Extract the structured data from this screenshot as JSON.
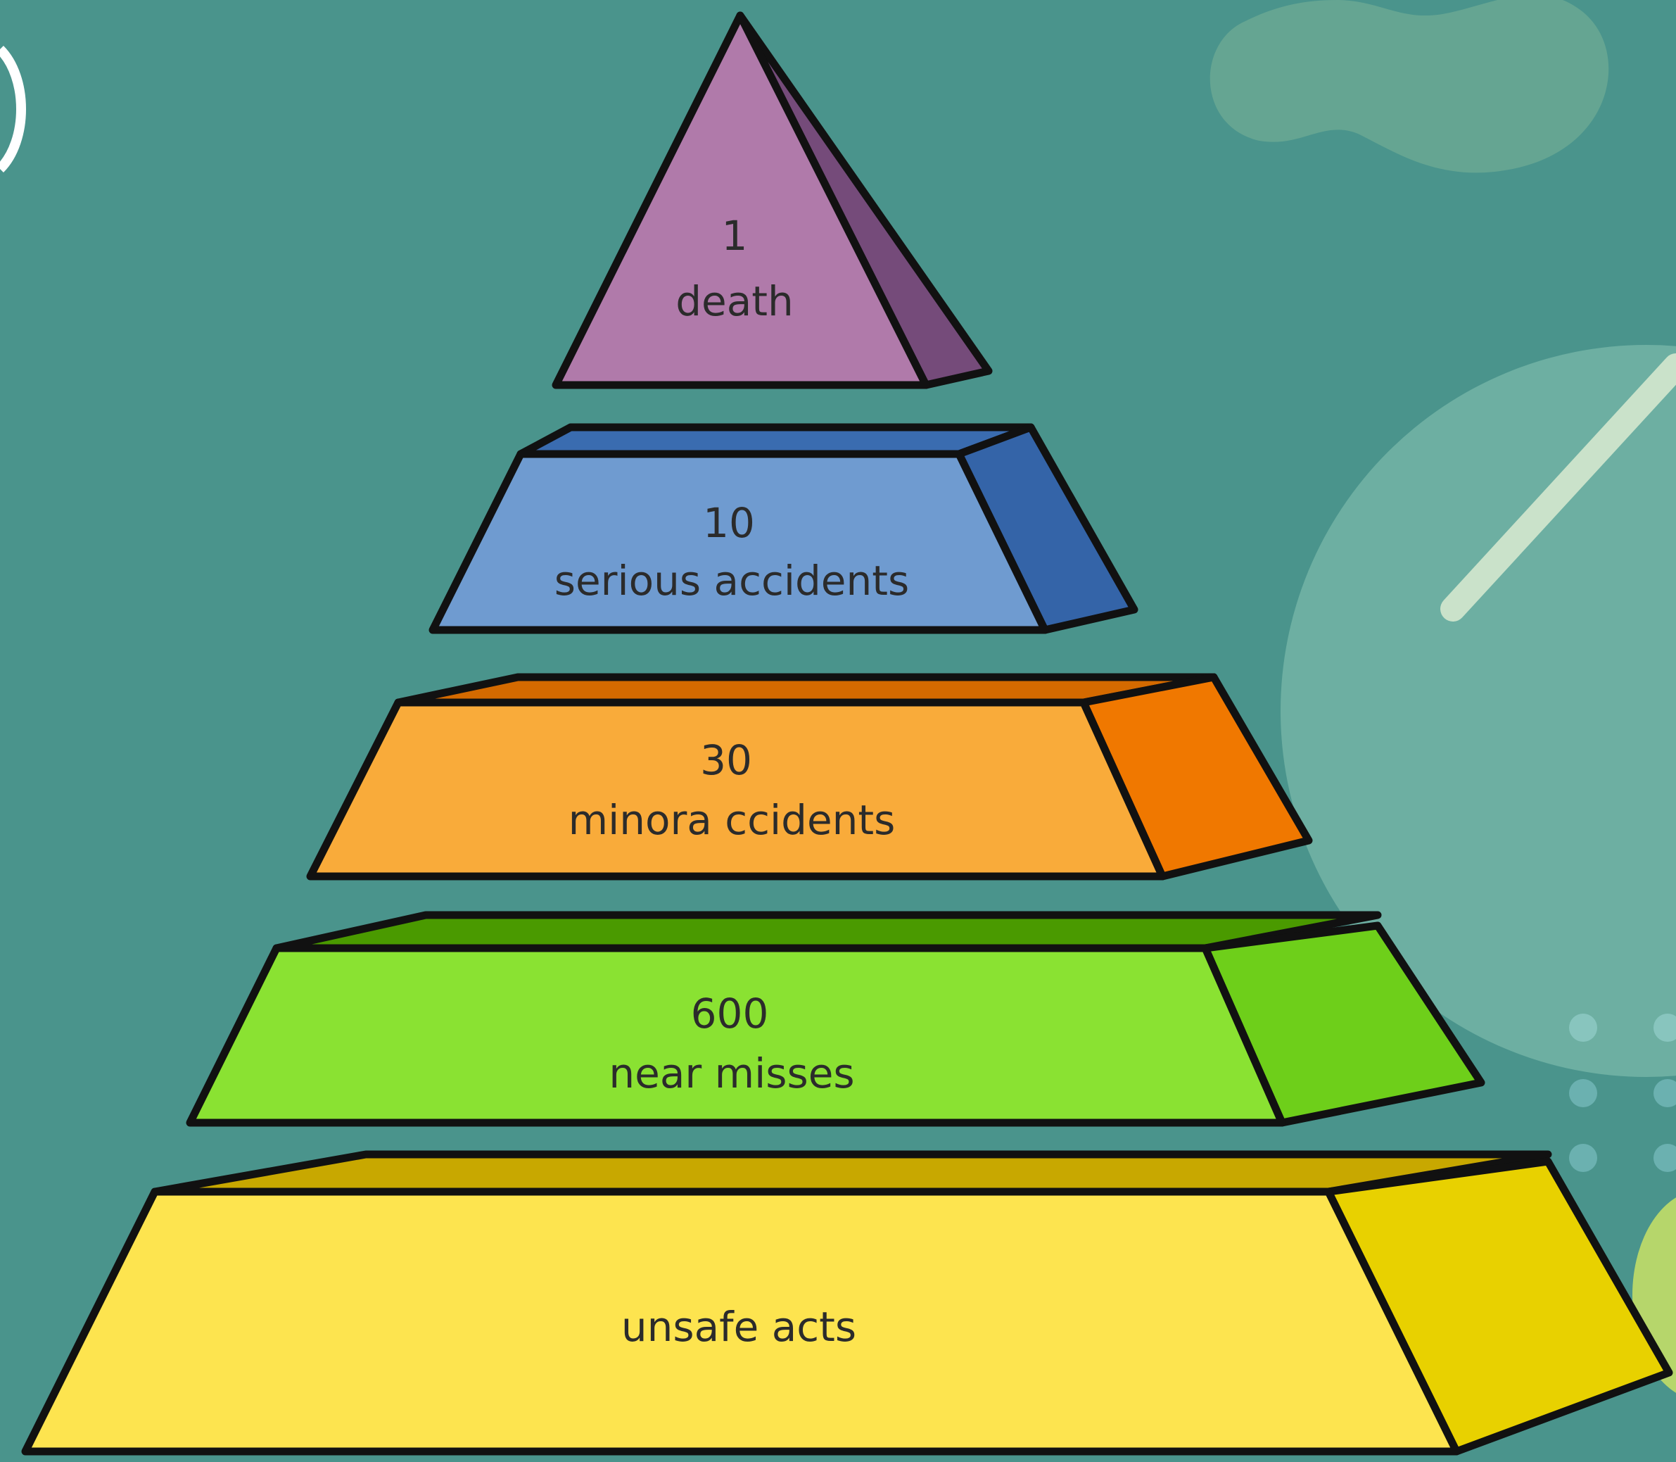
{
  "pyramid": {
    "tiers": [
      {
        "number": "1",
        "label": "death",
        "colors": {
          "front": "#b07aaa",
          "side": "#754b7a",
          "top": "#8a5a88"
        }
      },
      {
        "number": "10",
        "label": "serious accidents",
        "colors": {
          "front": "#6f9bd0",
          "side": "#3464a8",
          "top": "#3a6cb0"
        }
      },
      {
        "number": "30",
        "label": "minora ccidents",
        "colors": {
          "front": "#f9ab3a",
          "side": "#f07800",
          "top": "#d46a00"
        }
      },
      {
        "number": "600",
        "label": "near misses",
        "colors": {
          "front": "#8ae232",
          "side": "#6ecf1a",
          "top": "#4a9a00"
        }
      },
      {
        "number": "",
        "label": "unsafe acts",
        "colors": {
          "front": "#fde44f",
          "side": "#e8d100",
          "top": "#c8a800"
        }
      }
    ],
    "outline_color": "#111111"
  },
  "background": {
    "color": "#4a948c",
    "blob_color": "#6aa893",
    "circle_color": "#79b8a9",
    "streak_color": "#d5e8cf",
    "dot_color": "#6fb4b4",
    "accent_color": "#b6d66b"
  }
}
